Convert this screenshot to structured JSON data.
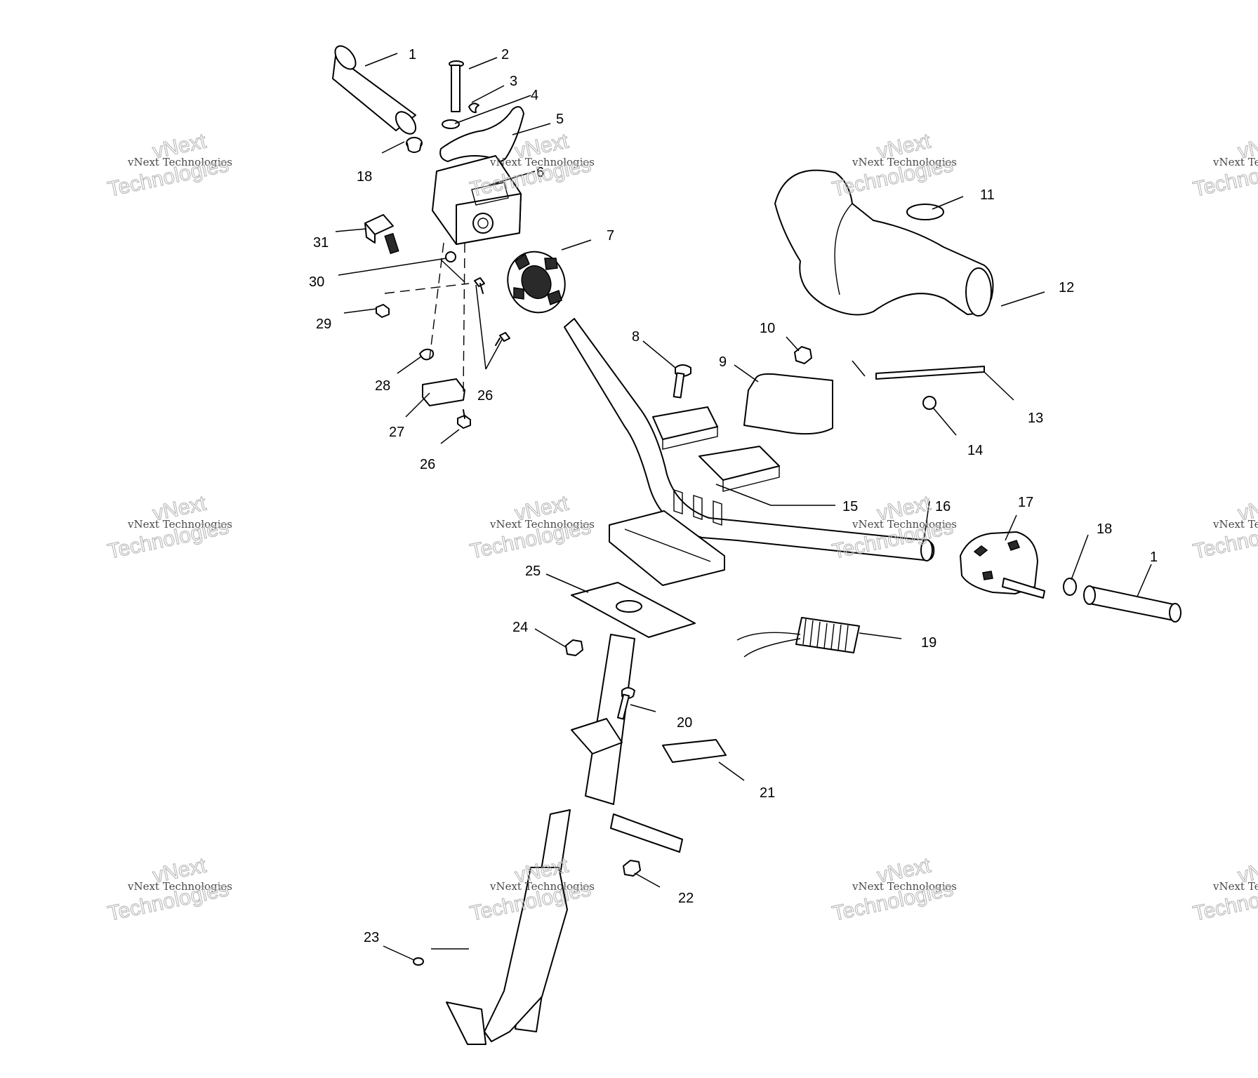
{
  "diagram": {
    "callouts": [
      "1",
      "2",
      "3",
      "4",
      "5",
      "6",
      "7",
      "8",
      "9",
      "10",
      "11",
      "12",
      "13",
      "14",
      "15",
      "16",
      "17",
      "18",
      "18",
      "19",
      "20",
      "21",
      "22",
      "23",
      "24",
      "25",
      "26",
      "26",
      "27",
      "28",
      "29",
      "30",
      "31",
      "1"
    ],
    "watermark": {
      "line1": "vNext Technologies",
      "line2": "Technologies",
      "overlay": "vNext"
    }
  }
}
